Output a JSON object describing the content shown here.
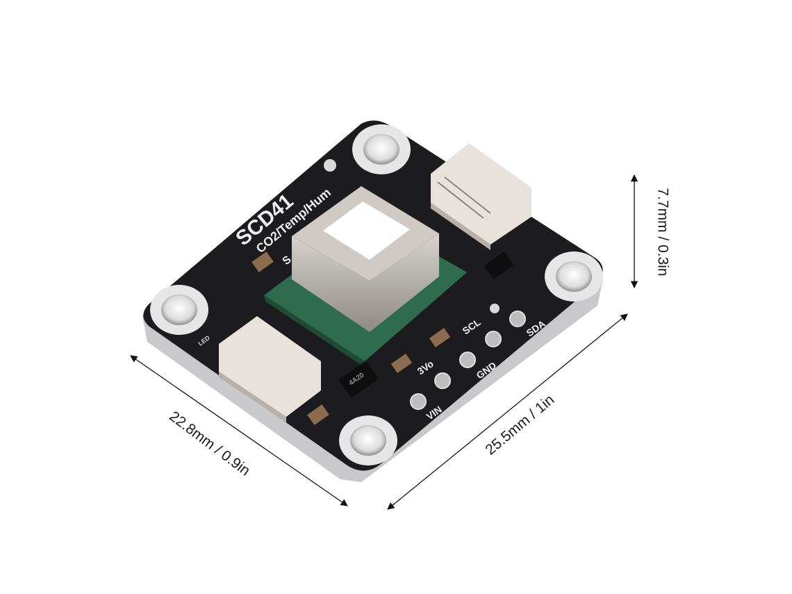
{
  "product": {
    "board_name": "SCD41",
    "board_subtitle": "CO2/Temp/Hum",
    "board_partial_text": "S",
    "chip_marking": "4A20",
    "led_marking": "LED",
    "pins": [
      "VIN",
      "3Vo",
      "GND",
      "SCL",
      "SDA"
    ]
  },
  "dimensions": {
    "height": "7.7mm / 0.3in",
    "width": "22.8mm / 0.9in",
    "length": "25.5mm / 1in"
  },
  "colors": {
    "background": "#ffffff",
    "pcb": "#1c1c1e",
    "pcb_edge": "#c9c9cc",
    "sensor_green": "#2f6b4f",
    "metal_can": "#b8b4b0",
    "connector": "#e7e2dc"
  }
}
